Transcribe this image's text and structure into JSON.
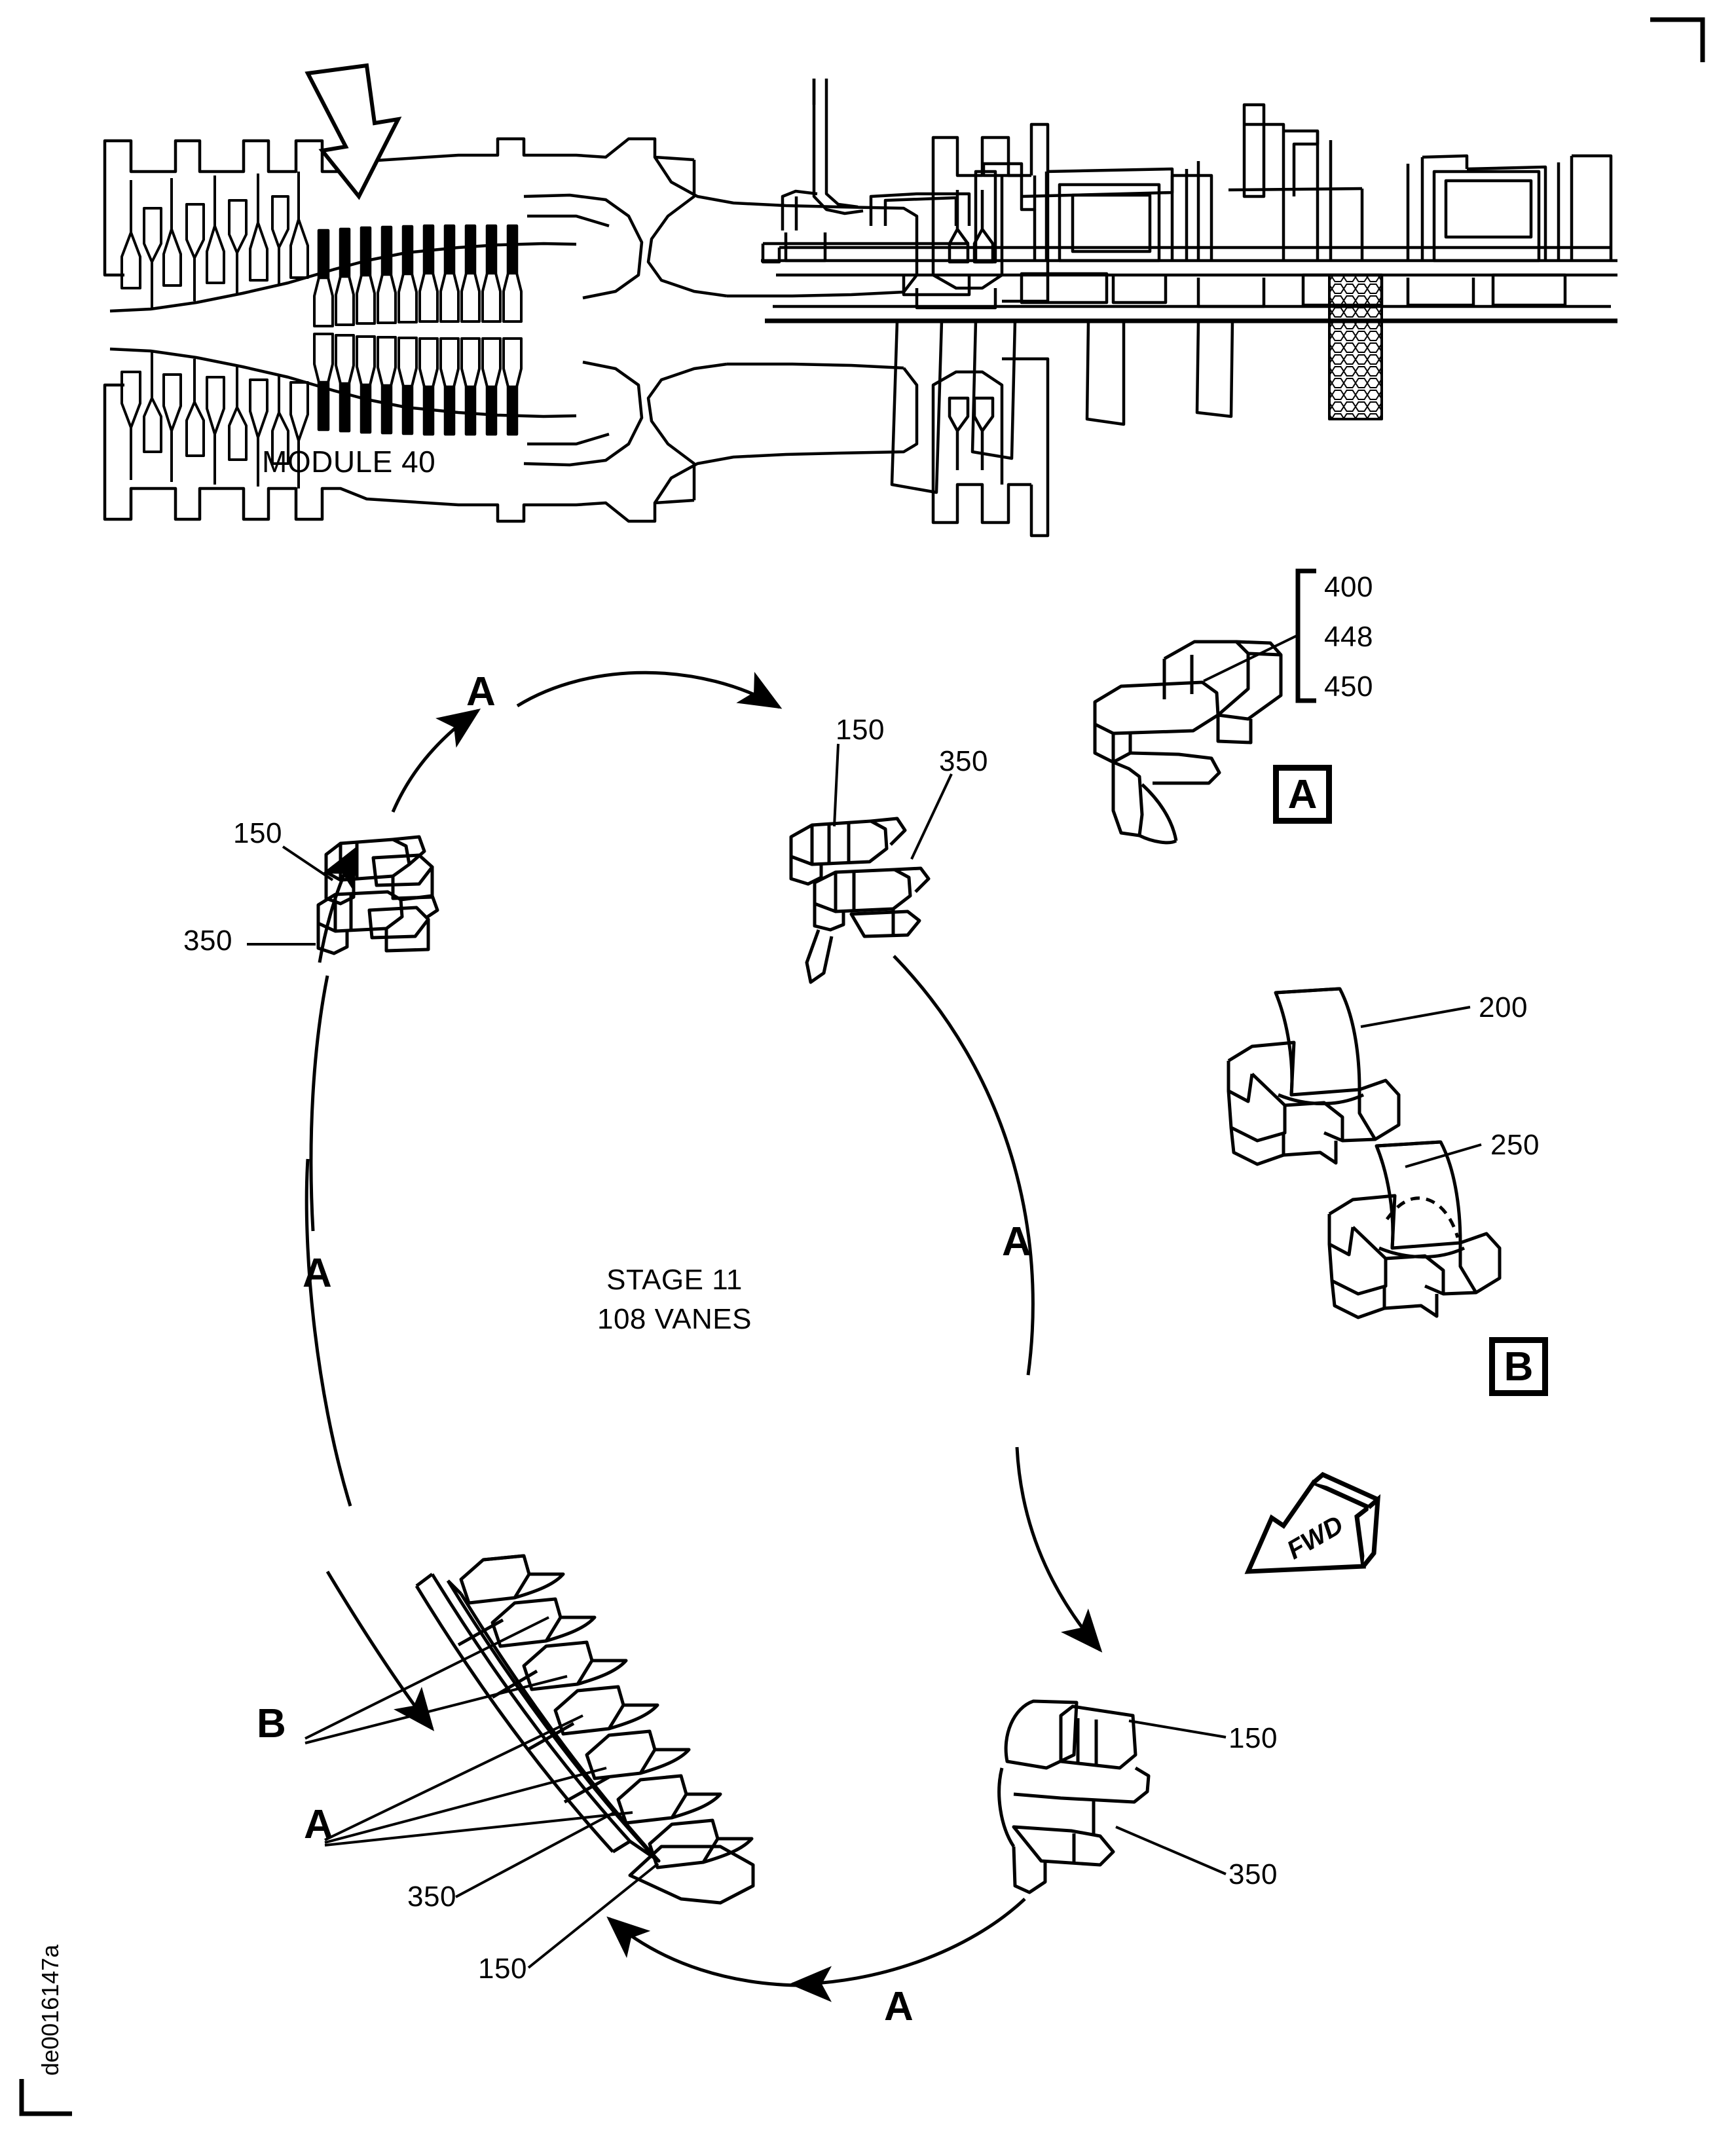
{
  "sheet": {
    "id_text": "de0016147a",
    "corner_marks": [
      "top-right",
      "bottom-left"
    ]
  },
  "engine_cross_section": {
    "caption": "MODULE 40",
    "callout_arrow": "down-arrow-highlight"
  },
  "stator_detail": {
    "name": "compressor-stator-cross-section"
  },
  "center_note": {
    "line1": "STAGE 11",
    "line2": "108 VANES"
  },
  "assemblies": [
    {
      "name": "upper-left-vane-pair",
      "labels": [
        {
          "text": "150"
        },
        {
          "text": "350"
        }
      ]
    },
    {
      "name": "upper-right-vane-pair",
      "labels": [
        {
          "text": "150"
        },
        {
          "text": "350"
        }
      ]
    },
    {
      "name": "lower-right-vane-pair",
      "labels": [
        {
          "text": "150"
        },
        {
          "text": "350"
        }
      ]
    },
    {
      "name": "lower-left-vane-arc-segment",
      "labels": [
        {
          "text": "350"
        },
        {
          "text": "150"
        },
        {
          "text": "B"
        },
        {
          "text": "A"
        }
      ]
    }
  ],
  "detail_a": {
    "bracket_numbers": [
      "400",
      "448",
      "450"
    ],
    "box_letter": "A"
  },
  "detail_b": {
    "part_labels": [
      "200",
      "250"
    ],
    "box_letter": "B"
  },
  "orientation": {
    "fwd_label": "FWD"
  },
  "ellipse_markers": [
    {
      "text": "A",
      "position": "top-left"
    },
    {
      "text": "A",
      "position": "mid-right"
    },
    {
      "text": "A",
      "position": "mid-left"
    },
    {
      "text": "A",
      "position": "bottom"
    }
  ],
  "colors": {
    "ink": "#000000",
    "paper": "#ffffff"
  }
}
